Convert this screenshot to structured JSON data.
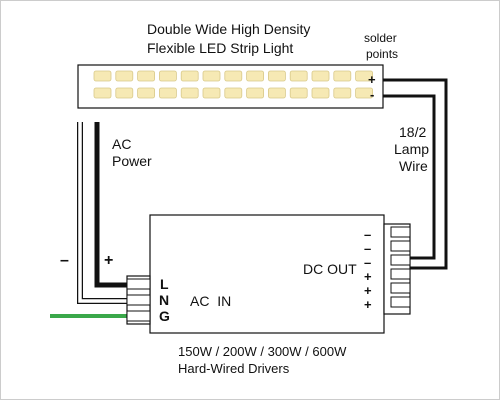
{
  "strip_label_line1": "Double Wide High Density",
  "strip_label_line2": "Flexible LED Strip Light",
  "solder_line1": "solder",
  "solder_line2": "points",
  "strip_plus": "+",
  "strip_minus": "-",
  "ac_power_line1": "AC",
  "ac_power_line2": "Power",
  "lamp_wire_line1": "18/2",
  "lamp_wire_line2": "Lamp",
  "lamp_wire_line3": "Wire",
  "neg_sign": "–",
  "pos_sign": "+",
  "terminal_L": "L",
  "terminal_N": "N",
  "terminal_G": "G",
  "ac_in": "AC  IN",
  "dc_out": "DC OUT",
  "out_terminals": [
    "–",
    "–",
    "–",
    "+",
    "+",
    "+"
  ],
  "driver_line1": "150W / 200W / 300W / 600W",
  "driver_line2": "Hard-Wired Drivers",
  "colors": {
    "led": "#f6e9b4",
    "led_edge": "#d8c98a",
    "ground_wire": "#3aa84a",
    "wire": "#111111",
    "frame": "#cccccc"
  }
}
